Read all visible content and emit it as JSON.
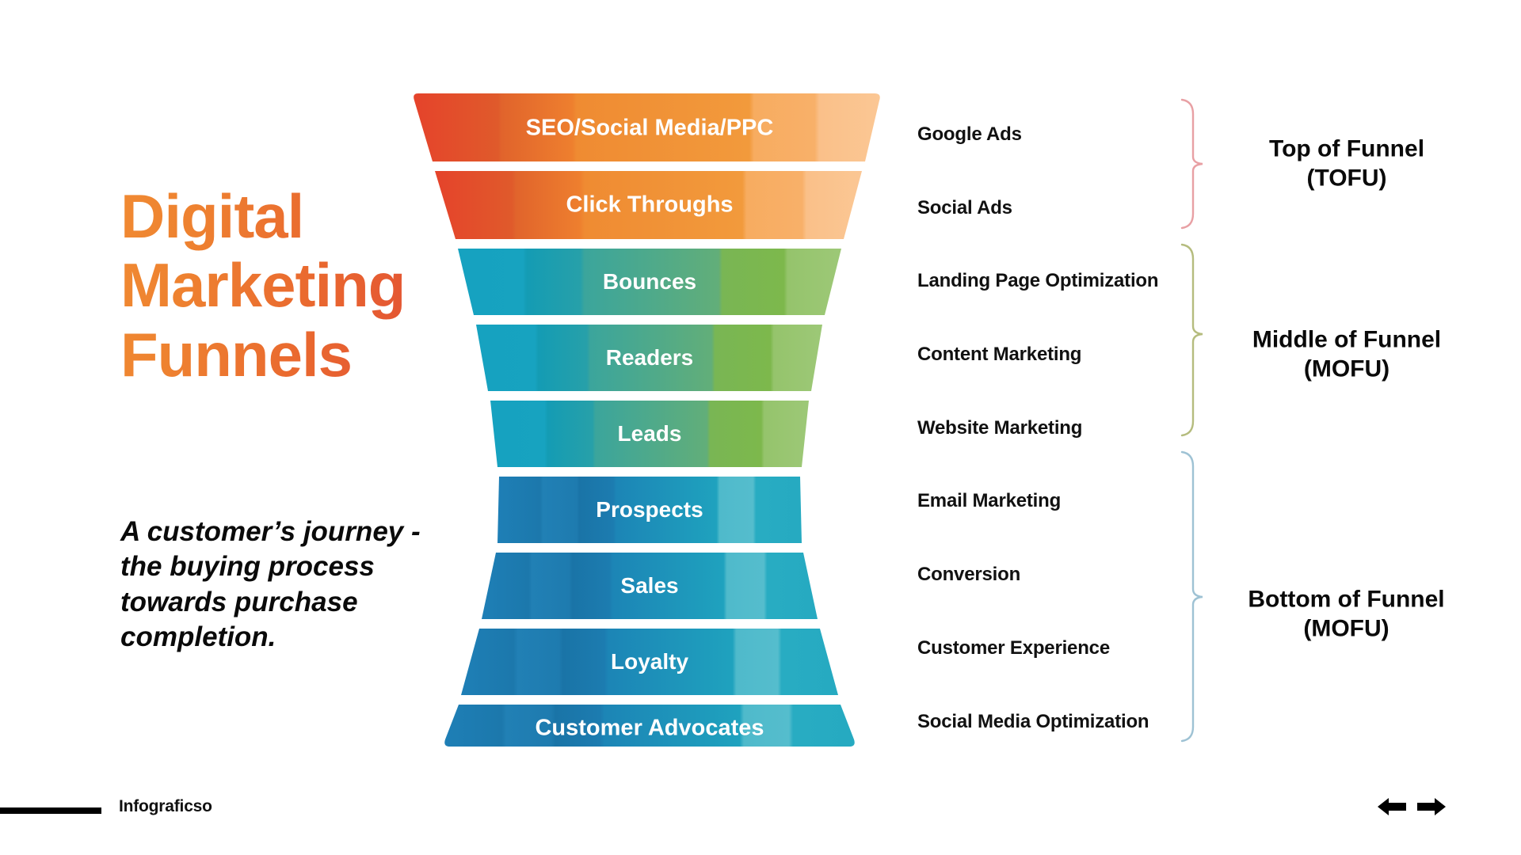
{
  "title": "Digital Marketing Funnels",
  "subtitle": "A customer’s journey - the buying process towards purchase completion.",
  "footer": {
    "brand": "Infograficso",
    "prev_icon": "arrow-left-icon",
    "next_icon": "arrow-right-icon"
  },
  "colors": {
    "title_gradient_start": "#F08A32",
    "title_gradient_end": "#E04A36",
    "tofu_left": "#E6492D",
    "tofu_right": "#F9A75D",
    "mofu_left": "#15A0BE",
    "mofu_right": "#7CB342",
    "bofu_left": "#1B7FB8",
    "bofu_right": "#22AFC4",
    "brace_tofu": "#E8A0A4",
    "brace_mofu": "#B5BC7E",
    "brace_bofu": "#9EC2D4",
    "footer_bar": "#000000"
  },
  "funnel": {
    "segments": [
      {
        "label": "SEO/Social Media/PPC",
        "channel": "Google Ads",
        "group": "tofu",
        "font_size": 29
      },
      {
        "label": "Click Throughs",
        "channel": "Social Ads",
        "group": "tofu",
        "font_size": 29
      },
      {
        "label": "Bounces",
        "channel": "Landing Page Optimization",
        "group": "mofu",
        "font_size": 28
      },
      {
        "label": "Readers",
        "channel": "Content Marketing",
        "group": "mofu",
        "font_size": 28
      },
      {
        "label": "Leads",
        "channel": "Website Marketing",
        "group": "mofu",
        "font_size": 28
      },
      {
        "label": "Prospects",
        "channel": "Email Marketing",
        "group": "bofu",
        "font_size": 28
      },
      {
        "label": "Sales",
        "channel": "Conversion",
        "group": "bofu",
        "font_size": 28
      },
      {
        "label": "Loyalty",
        "channel": "Customer Experience",
        "group": "bofu",
        "font_size": 28
      },
      {
        "label": "Customer Advocates",
        "channel": "Social Media Optimization",
        "group": "bofu",
        "font_size": 29
      }
    ]
  },
  "stages": [
    {
      "line1": "Top of Funnel",
      "line2": "(TOFU)"
    },
    {
      "line1": "Middle of Funnel",
      "line2": "(MOFU)"
    },
    {
      "line1": "Bottom of Funnel",
      "line2": "(MOFU)"
    }
  ]
}
